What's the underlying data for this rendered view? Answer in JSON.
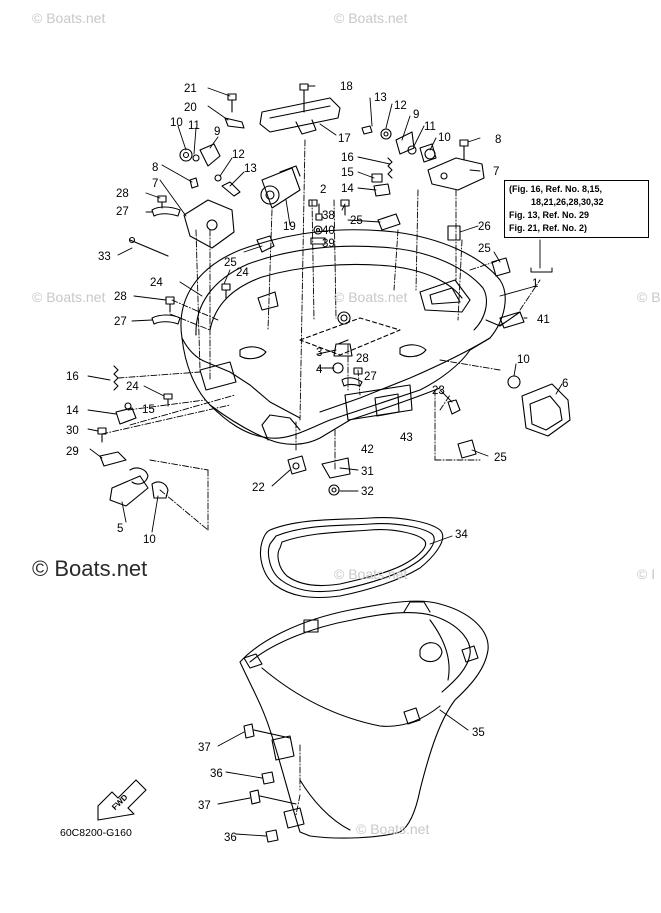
{
  "watermarks": {
    "top_left": "© Boats.net",
    "top_right": "© Boats.net",
    "mid_left": "© Boats.net",
    "mid_center": "© Boats.net",
    "mid_right": "© Bo",
    "low_right": "© Boats.net",
    "bottom_right": "© Boats.net",
    "bottom_edge": "© I",
    "big_left": "© Boats.net"
  },
  "reference_box": {
    "line1": "(Fig. 16, Ref. No. 8,15,",
    "line2": "18,21,26,28,30,32",
    "line3": "Fig. 13, Ref. No. 29",
    "line4": "Fig. 21, Ref. No. 2)"
  },
  "drawing_code": "60C8200-G160",
  "fwd_label": "FWD",
  "callouts": {
    "c1": "1",
    "c2": "2",
    "c3": "3",
    "c4": "4",
    "c5": "5",
    "c6": "6",
    "c7a": "7",
    "c7b": "7",
    "c8a": "8",
    "c8b": "8",
    "c9a": "9",
    "c9b": "9",
    "c10a": "10",
    "c10b": "10",
    "c10c": "10",
    "c10d": "10",
    "c11a": "11",
    "c11b": "11",
    "c12a": "12",
    "c12b": "12",
    "c13a": "13",
    "c13b": "13",
    "c14a": "14",
    "c14b": "14",
    "c15a": "15",
    "c15b": "15",
    "c16a": "16",
    "c16b": "16",
    "c17": "17",
    "c18": "18",
    "c19": "19",
    "c20": "20",
    "c21": "21",
    "c22": "22",
    "c23": "23",
    "c24a": "24",
    "c24b": "24",
    "c24c": "24",
    "c25a": "25",
    "c25b": "25",
    "c25c": "25",
    "c25d": "25",
    "c26": "26",
    "c27a": "27",
    "c27b": "27",
    "c27c": "27",
    "c28a": "28",
    "c28b": "28",
    "c28c": "28",
    "c29": "29",
    "c30": "30",
    "c31": "31",
    "c32": "32",
    "c33": "33",
    "c34": "34",
    "c35": "35",
    "c36a": "36",
    "c36b": "36",
    "c37a": "37",
    "c37b": "37",
    "c38": "38",
    "c39": "39",
    "c40": "40",
    "c41": "41",
    "c42": "42",
    "c43": "43"
  },
  "colors": {
    "ink": "#000000",
    "watermark": "#c8c8c8",
    "background": "#ffffff"
  }
}
